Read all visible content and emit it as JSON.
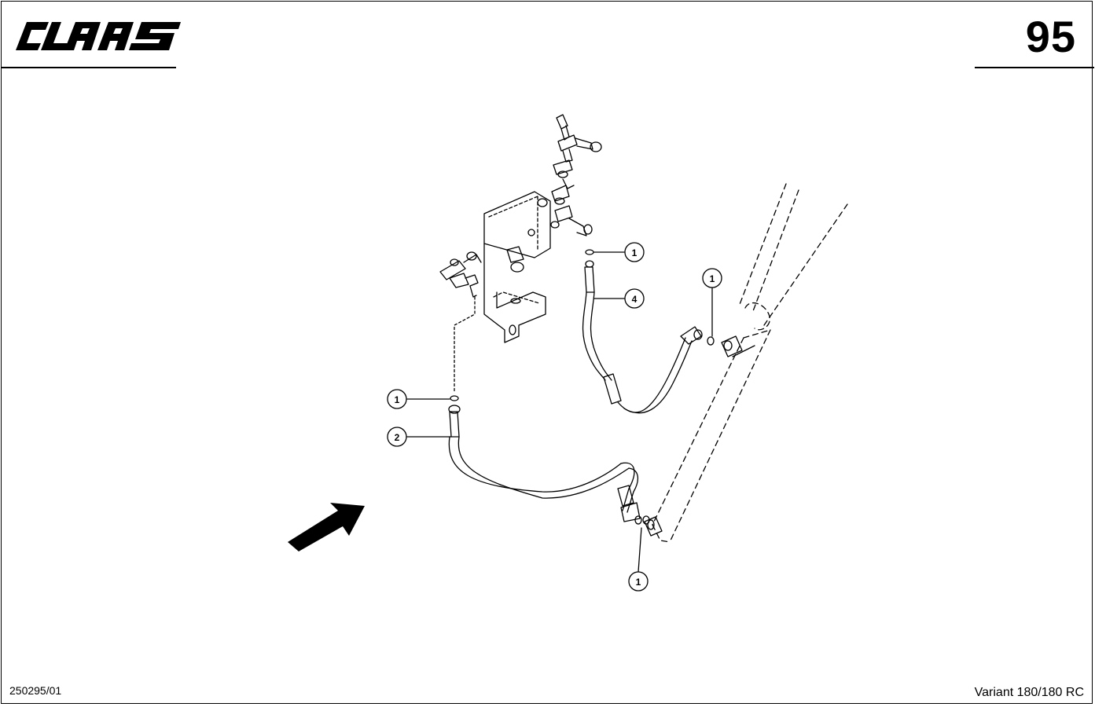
{
  "header": {
    "brand": "CLAAS",
    "page_number": "95"
  },
  "footer": {
    "doc_number": "250295/01",
    "model": "Variant 180/180 RC"
  },
  "callouts": [
    "1",
    "4",
    "1",
    "1",
    "2",
    "1"
  ]
}
